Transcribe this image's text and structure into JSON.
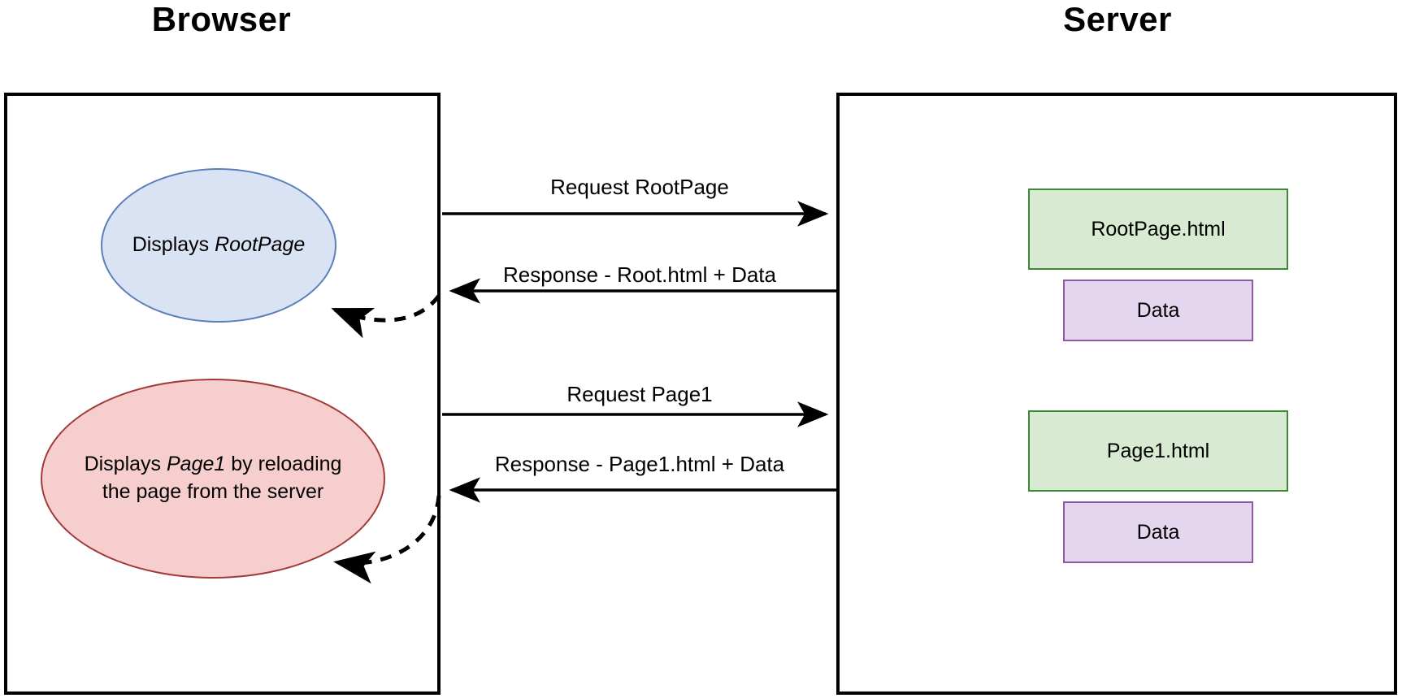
{
  "diagram": {
    "type": "sequence-flow",
    "lanes": [
      {
        "id": "browser",
        "title": "Browser"
      },
      {
        "id": "server",
        "title": "Server"
      }
    ],
    "browser": {
      "nodes": [
        {
          "id": "root-ellipse",
          "shape": "ellipse",
          "text_plain": "Displays RootPage",
          "text_prefix": "Displays ",
          "text_emphasis": "RootPage",
          "fill": "#dae3f3",
          "stroke": "#5b7fba"
        },
        {
          "id": "page1-ellipse",
          "shape": "ellipse",
          "text_plain": "Displays Page1 by reloading the page from the server",
          "line1_prefix": "Displays ",
          "line1_emphasis": "Page1",
          "line1_suffix": " by reloading",
          "line2": "the page from the server",
          "fill": "#f6cecd",
          "stroke": "#a23a3a"
        }
      ]
    },
    "server": {
      "nodes": [
        {
          "id": "rootpage-html-box",
          "label": "RootPage.html",
          "fill": "#d9ead3",
          "stroke": "#3c8a36"
        },
        {
          "id": "root-data-box",
          "label": "Data",
          "fill": "#e5d6ef",
          "stroke": "#8d5ba6"
        },
        {
          "id": "page1-html-box",
          "label": "Page1.html",
          "fill": "#d9ead3",
          "stroke": "#3c8a36"
        },
        {
          "id": "page1-data-box",
          "label": "Data",
          "fill": "#e5d6ef",
          "stroke": "#8d5ba6"
        }
      ]
    },
    "messages": [
      {
        "id": "request-rootpage",
        "label": "Request RootPage",
        "direction": "browser-to-server",
        "style": "solid"
      },
      {
        "id": "response-rootpage",
        "label": "Response - Root.html + Data",
        "direction": "server-to-browser",
        "style": "solid"
      },
      {
        "id": "request-page1",
        "label": "Request Page1",
        "direction": "browser-to-server",
        "style": "solid"
      },
      {
        "id": "response-page1",
        "label": "Response - Page1.html + Data",
        "direction": "server-to-browser",
        "style": "solid"
      }
    ],
    "render_hints": [
      {
        "id": "render-root",
        "style": "dashed-curved-arrow",
        "target": "root-ellipse"
      },
      {
        "id": "render-page1",
        "style": "dashed-curved-arrow",
        "target": "page1-ellipse"
      }
    ],
    "colors": {
      "line": "#000000",
      "blue_fill": "#dae3f3",
      "blue_stroke": "#5b7fba",
      "red_fill": "#f6cecd",
      "red_stroke": "#a23a3a",
      "green_fill": "#d9ead3",
      "green_stroke": "#3c8a36",
      "purple_fill": "#e5d6ef",
      "purple_stroke": "#8d5ba6"
    }
  }
}
